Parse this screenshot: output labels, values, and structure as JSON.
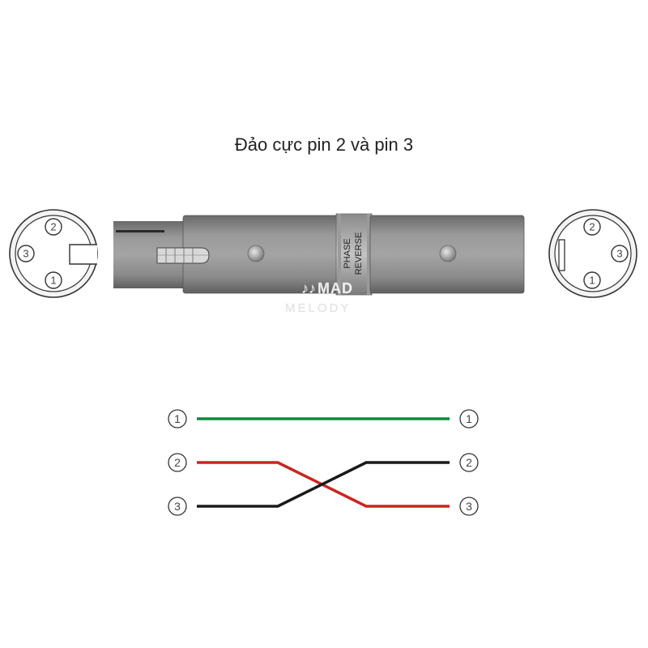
{
  "title": "Đảo cực pin 2 và pin 3",
  "adapter_label": [
    "PHASE",
    "REVERSE"
  ],
  "watermark": {
    "line1": "MAD",
    "line2": "MELODY"
  },
  "left_connector_pins": [
    "2",
    "3",
    "1"
  ],
  "right_connector_pins": [
    "2",
    "3",
    "1"
  ],
  "wiring": {
    "left_pins": [
      "1",
      "2",
      "3"
    ],
    "right_pins": [
      "1",
      "2",
      "3"
    ],
    "wires": [
      {
        "from": "1",
        "to": "1",
        "color": "#0a8a3c"
      },
      {
        "from": "2",
        "to": "3",
        "color": "#c8261e"
      },
      {
        "from": "3",
        "to": "2",
        "color": "#1a1a1a"
      }
    ]
  }
}
